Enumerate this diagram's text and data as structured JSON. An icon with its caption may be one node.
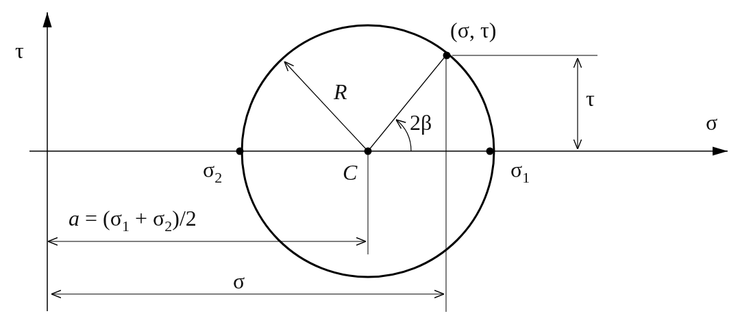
{
  "diagram": {
    "labels": [
      "(σ, τ)",
      "τ",
      "R",
      "τ",
      "2β",
      "σ",
      "σ$_{2}$",
      "C",
      "σ$_{1}$",
      "*a* = (σ$_{1}$ + σ$_{2}$)/2",
      "σ"
    ]
  }
}
